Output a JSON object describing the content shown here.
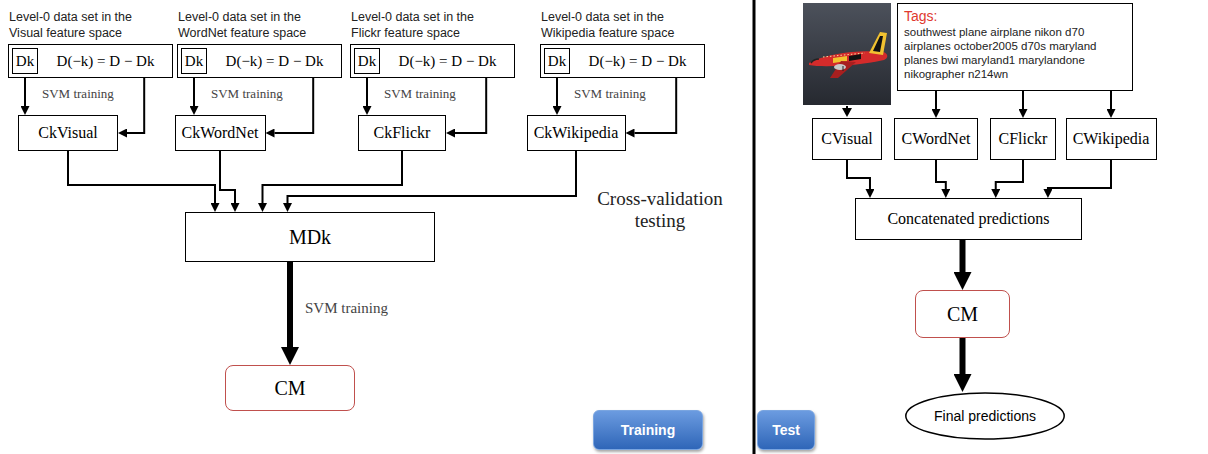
{
  "diagram": {
    "nodes": [
      {
        "text": [
          "Level-0 data set in the Visual feature space"
        ]
      },
      {
        "text": [
          "Dk"
        ],
        "in": 0
      },
      {
        "text": [
          "D(−k) = D − Dk"
        ],
        "in": 0
      },
      {
        "text": [
          "Level-0 data set in the WordNet feature space"
        ]
      },
      {
        "text": [
          "Dk"
        ],
        "in": 3
      },
      {
        "text": [
          "D(−k) = D − Dk"
        ],
        "in": 3
      },
      {
        "text": [
          "Level-0 data set in the Flickr feature space"
        ]
      },
      {
        "text": [
          "Dk"
        ],
        "in": 6
      },
      {
        "text": [
          "D(−k) = D − Dk"
        ],
        "in": 6
      },
      {
        "text": [
          "Level-0 data set in the Wikipedia feature space"
        ]
      },
      {
        "text": [
          "Dk"
        ],
        "in": 9
      },
      {
        "text": [
          "D(−k) = D − Dk"
        ],
        "in": 9
      },
      {
        "text": [
          "CkVisual"
        ]
      },
      {
        "text": [
          "CkWordNet"
        ]
      },
      {
        "text": [
          "CkFlickr"
        ]
      },
      {
        "text": [
          "CkWikipedia"
        ]
      },
      {
        "text": [
          "MDk"
        ]
      },
      {
        "text": [
          "CM"
        ]
      },
      {
        "text": [
          "Tags:",
          "southwest plane airplane nikon d70 airplanes october2005 d70s maryland planes bwi maryland1 marylandone nikographer n214wn"
        ]
      },
      {
        "text": [
          "CVisual"
        ]
      },
      {
        "text": [
          "CWordNet"
        ]
      },
      {
        "text": [
          "CFlickr"
        ]
      },
      {
        "text": [
          "CWikipedia"
        ]
      },
      {
        "text": [
          "Concatenated predictions"
        ]
      },
      {
        "text": [
          "CM"
        ]
      },
      {
        "text": [
          "Final predictions"
        ]
      },
      {
        "text": [
          "Training"
        ]
      },
      {
        "text": [
          "Test"
        ]
      }
    ],
    "edges": [
      {
        "from": 1,
        "to": 12,
        "arrow": "to"
      },
      {
        "from": 2,
        "to": 12,
        "arrow": "to"
      },
      {
        "from": 12,
        "to": 16,
        "arrow": "to"
      },
      {
        "from": 4,
        "to": 13,
        "arrow": "to"
      },
      {
        "from": 5,
        "to": 13,
        "arrow": "to"
      },
      {
        "from": 13,
        "to": 16,
        "arrow": "to"
      },
      {
        "from": 7,
        "to": 14,
        "arrow": "to"
      },
      {
        "from": 8,
        "to": 14,
        "arrow": "to"
      },
      {
        "from": 14,
        "to": 16,
        "arrow": "to"
      },
      {
        "from": 10,
        "to": 15,
        "arrow": "to"
      },
      {
        "from": 11,
        "to": 15,
        "arrow": "to"
      },
      {
        "from": 15,
        "to": 16,
        "arrow": "to"
      },
      {
        "from": 16,
        "to": 17,
        "arrow": "to"
      },
      {
        "from": 18,
        "to": 20,
        "arrow": "to"
      },
      {
        "from": 18,
        "to": 21,
        "arrow": "to"
      },
      {
        "from": 18,
        "to": 22,
        "arrow": "to"
      },
      {
        "from": 19,
        "to": 23,
        "arrow": "to"
      },
      {
        "from": 20,
        "to": 23,
        "arrow": "to"
      },
      {
        "from": 21,
        "to": 23,
        "arrow": "to"
      },
      {
        "from": 22,
        "to": 23,
        "arrow": "to"
      },
      {
        "from": 23,
        "to": 24,
        "arrow": "to"
      },
      {
        "from": 24,
        "to": 25,
        "arrow": "to"
      }
    ],
    "labels": [
      "SVM training",
      "SVM training",
      "SVM training",
      "SVM training",
      "Cross-validation testing",
      "SVM training"
    ]
  }
}
